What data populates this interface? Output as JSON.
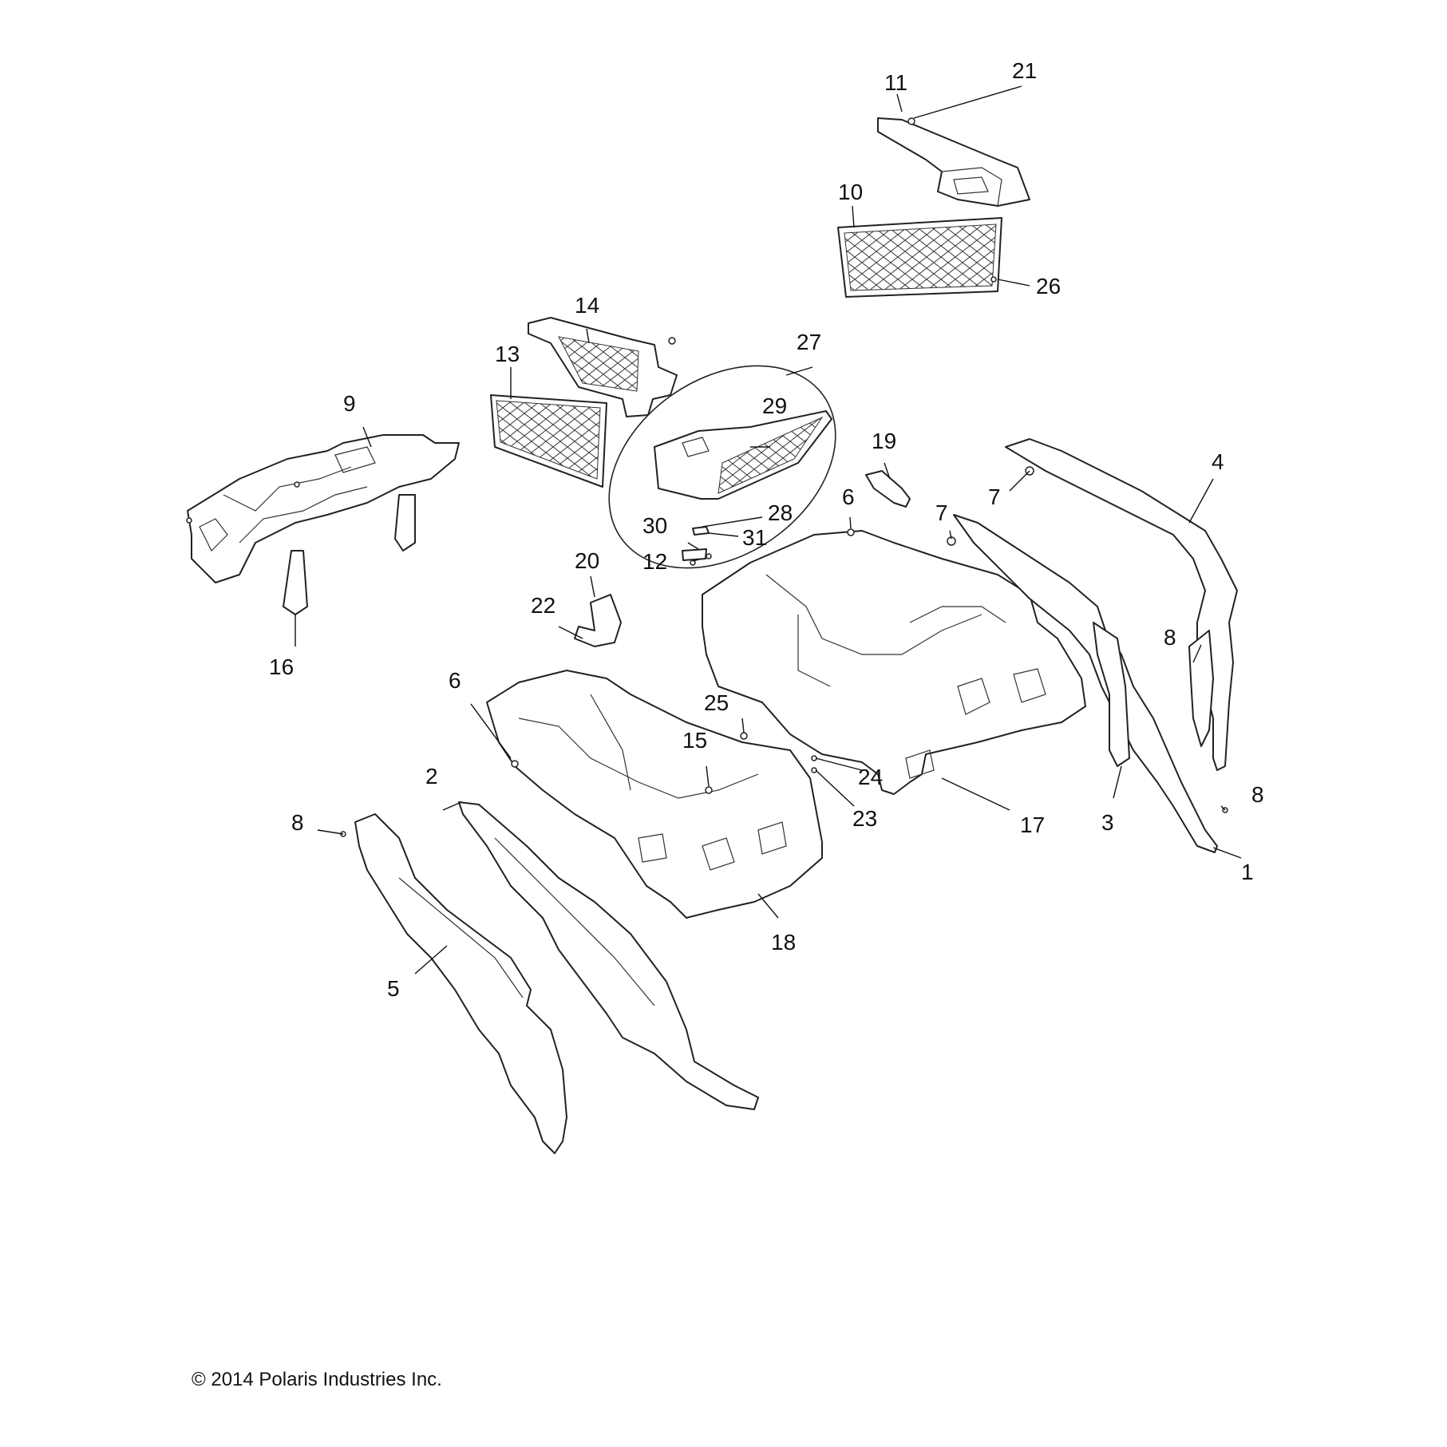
{
  "copyright": "© 2014 Polaris Industries Inc.",
  "callouts": {
    "c1": "1",
    "c2": "2",
    "c3": "3",
    "c4": "4",
    "c5": "5",
    "c6a": "6",
    "c6b": "6",
    "c7a": "7",
    "c7b": "7",
    "c8a": "8",
    "c8b": "8",
    "c8c": "8",
    "c9": "9",
    "c10": "10",
    "c11": "11",
    "c12": "12",
    "c13": "13",
    "c14": "14",
    "c15": "15",
    "c16": "16",
    "c17": "17",
    "c18": "18",
    "c19": "19",
    "c20": "20",
    "c21": "21",
    "c22": "22",
    "c23": "23",
    "c24": "24",
    "c25": "25",
    "c26": "26",
    "c27": "27",
    "c28": "28",
    "c29": "29",
    "c30": "30",
    "c31": "31"
  }
}
